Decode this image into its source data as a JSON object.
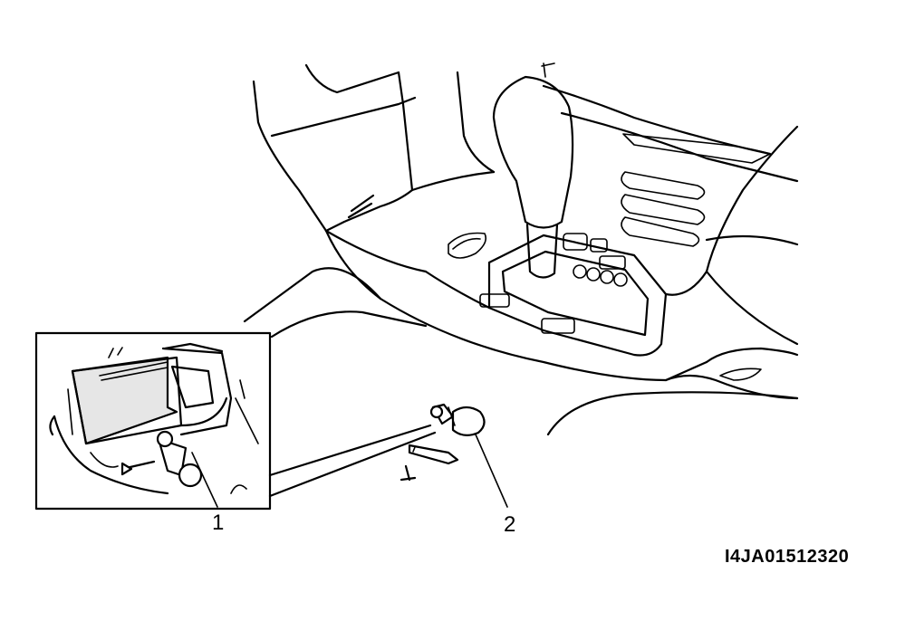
{
  "callouts": {
    "part_1": "1",
    "part_2": "2"
  },
  "figure_id": "I4JA01512320",
  "colors": {
    "line": "#000000",
    "background": "#ffffff",
    "shade": "#e6e6e6"
  }
}
